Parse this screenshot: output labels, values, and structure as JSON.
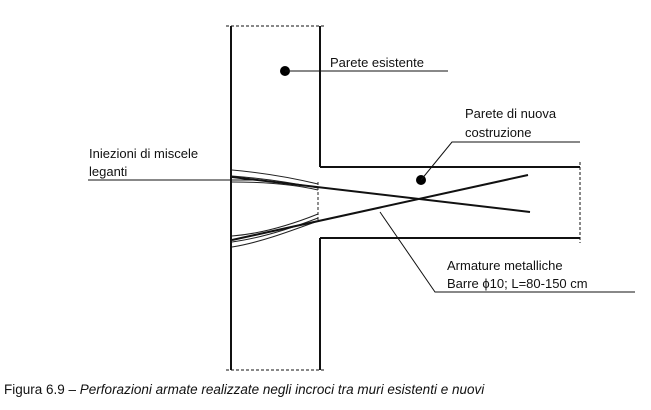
{
  "labels": {
    "existing_wall": "Parete esistente",
    "new_wall_line1": "Parete di nuova",
    "new_wall_line2": "costruzione",
    "injections_line1": "Iniezioni di miscele",
    "injections_line2": "leganti",
    "rebar_line1": "Armature metalliche",
    "rebar_line2": "Barre ϕ10;  L=80-150 cm"
  },
  "caption": {
    "prefix": "Figura 6.9 – ",
    "text": "Perforazioni armate realizzate negli incroci tra muri esistenti e nuovi"
  }
}
